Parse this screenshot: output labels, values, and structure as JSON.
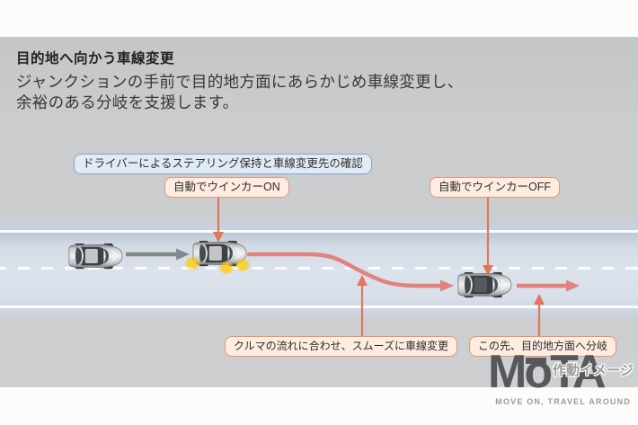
{
  "header": {
    "title": "目的地へ向かう車線変更",
    "description_line1": "ジャンクションの手前で目的地方面にあらかじめ車線変更し、",
    "description_line2": "余裕のある分岐を支援します。"
  },
  "callouts": {
    "steering": "ドライバーによるステアリング保持と車線変更先の確認",
    "blinker_on": "自動でウインカーON",
    "blinker_off": "自動でウインカーOFF",
    "smooth_change": "クルマの流れに合わせ、スムーズに車線変更",
    "branch_ahead": "この先、目的地方面へ分岐"
  },
  "branding": {
    "watermark": "作動イメージ",
    "logo_m": "M",
    "logo_o": "o",
    "logo_ta": "TA",
    "tagline": "MOVE ON, TRAVEL AROUND"
  },
  "colors": {
    "callout_blue_border": "#83a7c9",
    "callout_blue_bg": "#e1ebf5",
    "callout_orange_border": "#e29678",
    "callout_orange_bg": "#fdecdf",
    "connector_salmon": "#e2765a",
    "road_path_red": "#df837c",
    "motion_arrow_gray": "#85898d",
    "road_surface_blue": "#d8dfe9",
    "panel_gray": "#cbcdcf",
    "blinker_yellow": "#ffc800",
    "logo_gray": "#56585b"
  }
}
